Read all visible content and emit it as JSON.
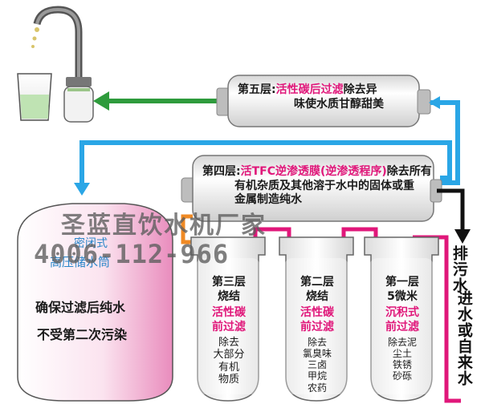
{
  "colors": {
    "blue_pipe": "#2aa6e6",
    "green_arrow": "#2e9b3c",
    "pink_pipe": "#e0177a",
    "orange_pipe": "#f08a24",
    "label_pink": "#e0177a",
    "tank_blue": "#2b86c9"
  },
  "stage5": {
    "head": "第五层:",
    "name": "活性碳后过滤",
    "line1_tail": "除去异",
    "line2": "味使水质甘醇甜美"
  },
  "stage4": {
    "head": "第四层:",
    "name": "活TFC逆渗透膜(逆渗透程序)",
    "line1_tail": "除去所有",
    "line2": "有机杂质及其他溶于水中的固体或重",
    "line3": "金属制造纯水"
  },
  "watermark": {
    "brand": "圣蓝直饮水机厂家",
    "phone": "4006-112-966"
  },
  "tank": {
    "line1": "密闭式",
    "line2": "高压储水筒",
    "line3": "确保过滤后纯水",
    "line4": "不受第二次污染"
  },
  "filters": [
    {
      "title1": "第三层",
      "title2": "烧结",
      "type1": "活性碳",
      "type2": "前过滤",
      "desc": [
        "除去",
        "大部分",
        "有机",
        "物质"
      ]
    },
    {
      "title1": "第二层",
      "title2": "烧结",
      "type1": "活性碳",
      "type2": "前过滤",
      "desc": [
        "除去",
        "氯臭味",
        "三卤",
        "甲烷",
        "农药"
      ]
    },
    {
      "title1": "第一层",
      "title2": "5微米",
      "type1": "沉积式",
      "type2": "前过滤",
      "desc": [
        "除去泥",
        "尘土",
        "铁锈",
        "砂砾"
      ]
    }
  ],
  "drain": "排污水",
  "inlet": "进水或自来水"
}
